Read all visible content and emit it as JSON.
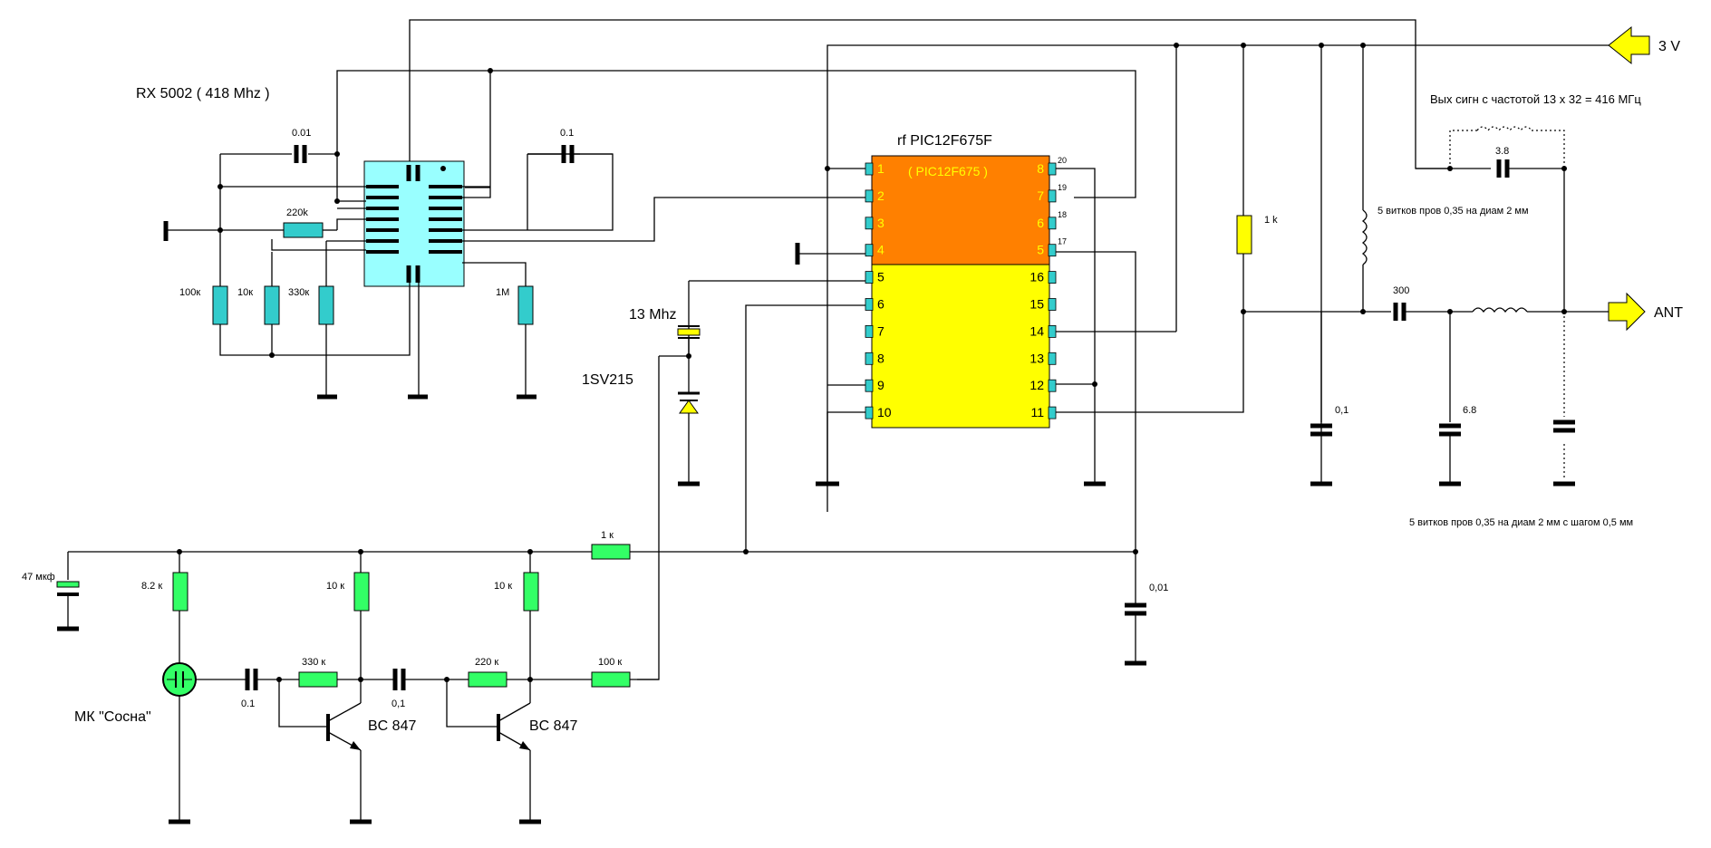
{
  "diagram": {
    "type": "electronic-schematic",
    "labels": {
      "rx_module": "RX 5002 ( 418 Mhz )",
      "mcu_title": "rf PIC12F675F",
      "mcu_inner": "( PIC12F675 )",
      "power": "3 V",
      "antenna": "ANT",
      "output_note": "Вых сигн с частотой 13 х 32 = 416 МГц",
      "coil1_note": "5 витков пров 0,35 на диам 2 мм",
      "coil2_note": "5 витков пров 0,35 на диам 2 мм с шагом 0,5 мм",
      "crystal": "13 Mhz",
      "varicap": "1SV215",
      "mic": "МК  \"Сосна\"",
      "transistor1": "BC 847",
      "transistor2": "BC 847"
    },
    "components": {
      "c_001": "0.01",
      "c_01_rx": "0.1",
      "r_220k": "220k",
      "r_100k_rx": "100к",
      "r_10k_rx": "10к",
      "r_330k_rx": "330к",
      "r_1M": "1M",
      "r_1k_top": "1 k",
      "c_300": "300",
      "c_3_8": "3.8",
      "c_01_pwr": "0,1",
      "c_6_8": "6.8",
      "c_47": "47 мкф",
      "r_8_2k": "8.2 к",
      "r_10k_a": "10 к",
      "r_10k_b": "10 к",
      "r_1k_bus": "1 к",
      "c_001_bus": "0,01",
      "c_01_in": "0.1",
      "r_330k": "330 к",
      "c_01_mid": "0,1",
      "r_220k_b": "220 к",
      "r_100k": "100 к"
    },
    "mcu_pins_left": [
      "1",
      "2",
      "3",
      "4",
      "5",
      "6",
      "7",
      "8",
      "9",
      "10"
    ],
    "mcu_pins_right": [
      "8",
      "7",
      "6",
      "5",
      "16",
      "15",
      "14",
      "13",
      "12",
      "11"
    ],
    "mcu_pin_numbers_small": [
      "20",
      "19",
      "18",
      "17"
    ],
    "colors": {
      "rx_body": "#99ffff",
      "pin_pad": "#33cccc",
      "mcu_top": "#ff8000",
      "mcu_bottom": "#ffff00",
      "resistor_cyan": "#33cccc",
      "resistor_green": "#33ff66",
      "resistor_yellow": "#ffff00",
      "arrow_yellow": "#ffff00"
    }
  }
}
